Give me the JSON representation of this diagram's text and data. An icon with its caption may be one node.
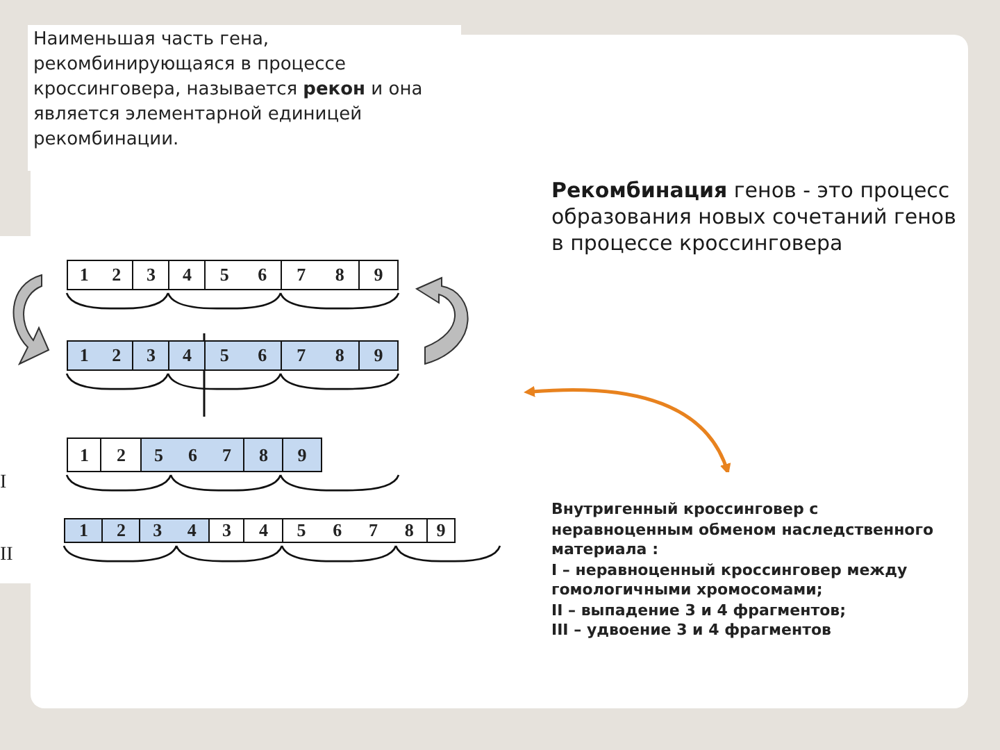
{
  "diagram": {
    "nodes": [
      {
        "text": [
          "Наименьшая часть гена, рекомбинирующаяся в процессе кроссинговера, называется **рекон** и она является элементарной единицей рекомбинации."
        ]
      },
      {
        "text": [
          "**Рекомбинация** генов - это процесс образования новых сочетаний генов в процессе кроссинговера"
        ]
      },
      {
        "text": [
          "Внутригенный кроссинговер с неравноценным обменом наследственного материала :",
          "I – неравноценный кроссинговер между гомологичными хромосомами;",
          "II – выпадение 3 и 4 фрагментов;",
          "III – удвоение 3 и 4 фрагментов"
        ]
      }
    ],
    "edges": [
      {
        "from": null,
        "to": 2,
        "arrow": "both",
        "color": "#e8821e"
      }
    ],
    "labels": [
      "1",
      "2",
      "3",
      "4",
      "5",
      "6",
      "7",
      "8",
      "9",
      "1",
      "2",
      "3",
      "4",
      "5",
      "6",
      "7",
      "8",
      "9",
      "I",
      "1",
      "2",
      "5",
      "6",
      "7",
      "8",
      "9",
      "II",
      "1",
      "2",
      "3",
      "4",
      "3",
      "4",
      "5",
      "6",
      "7",
      "8",
      "9"
    ]
  }
}
